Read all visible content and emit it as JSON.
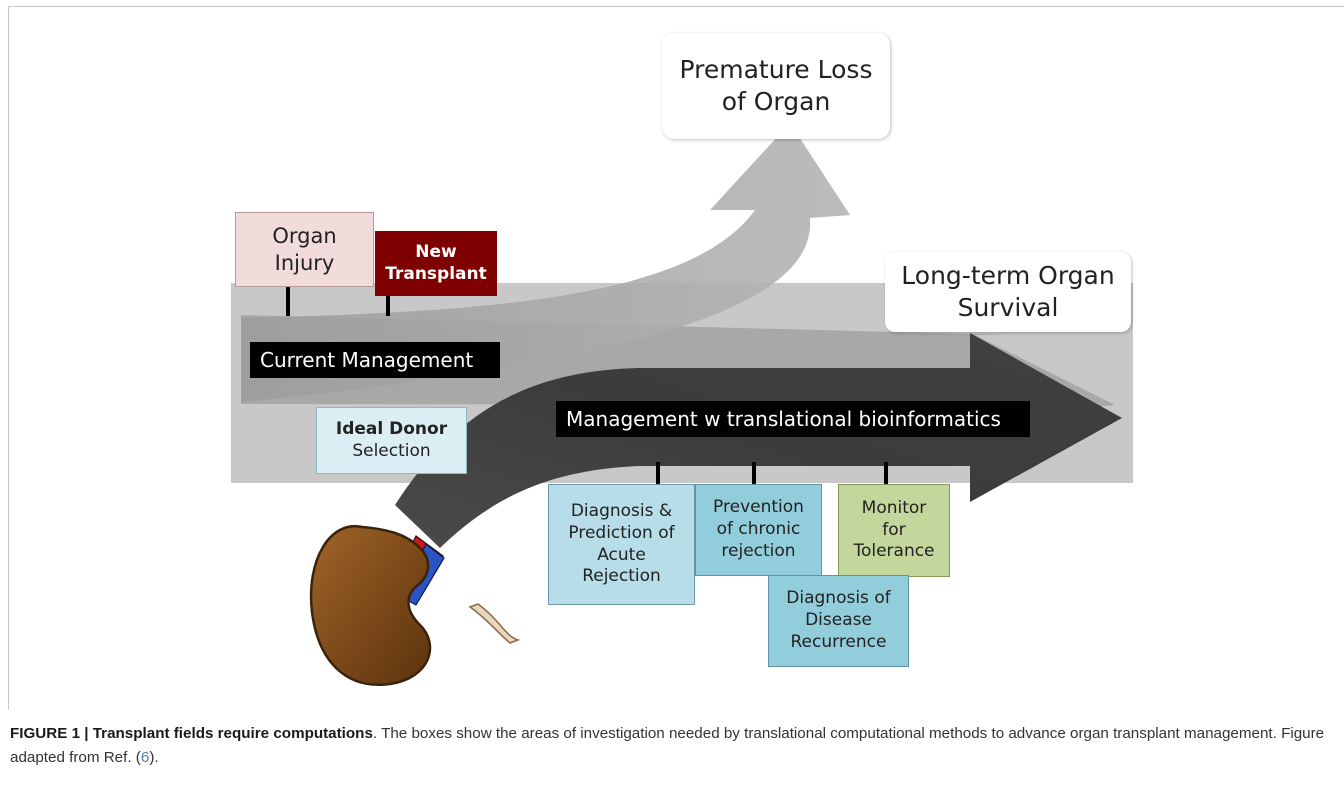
{
  "figure": {
    "outcomes": {
      "premature_loss": "Premature Loss\nof Organ",
      "long_term_survival": "Long-term Organ\nSurvival"
    },
    "current_management": {
      "label": "Current Management",
      "events": {
        "organ_injury": "Organ\nInjury",
        "new_transplant": "New\nTransplant"
      }
    },
    "improved_management": {
      "label": "Management w translational bioinformatics",
      "ideal_donor_title": "Ideal Donor",
      "ideal_donor_rest": "Selection",
      "areas": {
        "acute_rejection": "Diagnosis &\nPrediction of\nAcute\nRejection",
        "chronic_rejection": "Prevention\nof chronic\nrejection",
        "tolerance": "Monitor\nfor\nTolerance",
        "disease_recurrence": "Diagnosis of\nDisease\nRecurrence"
      }
    },
    "colors": {
      "injury_box": "#f2dcdb",
      "transplant_box": "#7f0000",
      "blue_box": "#b7dde8",
      "blue_box_dark": "#92cddc",
      "green_box": "#c3d69b",
      "band": "#c8c8c8"
    },
    "kidney_icon": "kidney-icon"
  },
  "caption": {
    "label": "FIGURE 1 | Transplant fields require computations",
    "text_before_ref": ". The boxes show the areas of investigation needed by translational computational methods to advance organ transplant management. Figure adapted from Ref. (",
    "ref": "6",
    "text_after_ref": ")."
  }
}
